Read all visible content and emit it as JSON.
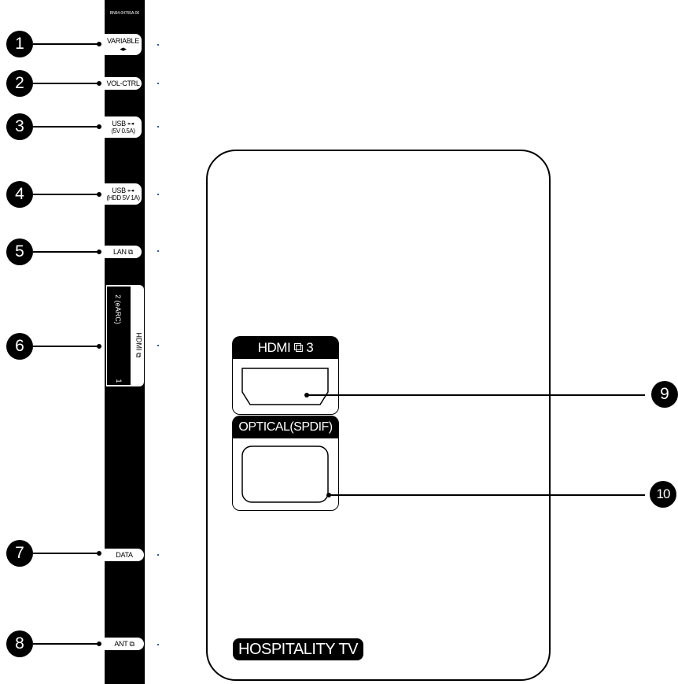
{
  "part_number": "BN64-04755A-00",
  "side_ports": [
    {
      "num": "1",
      "line1": "VARIABLE",
      "line2": "◂▸"
    },
    {
      "num": "2",
      "line1": "VOL-CTRL",
      "line2": ""
    },
    {
      "num": "3",
      "line1": "USB ⊶",
      "line2": "(5V 0.5A)"
    },
    {
      "num": "4",
      "line1": "USB ⊶",
      "line2": "(HDD 5V 1A)"
    },
    {
      "num": "5",
      "line1": "LAN ⧉",
      "line2": ""
    },
    {
      "num": "6",
      "hdmi_label": "HDMI ⧉",
      "hdmi_port_a": "2 (eARC)",
      "hdmi_port_b": "1"
    },
    {
      "num": "7",
      "line1": "DATA",
      "line2": ""
    },
    {
      "num": "8",
      "line1": "ANT ⧉",
      "line2": ""
    }
  ],
  "rear_panel": {
    "hdmi3_label": "HDMI ⧉ 3",
    "hdmi3_num": "9",
    "optical_label": "OPTICAL(SPDIF)",
    "optical_num": "10",
    "brand_label": "HOSPITALITY TV"
  },
  "colors": {
    "ink": "#000000",
    "paper": "#ffffff",
    "tick": "#2a5db0"
  }
}
